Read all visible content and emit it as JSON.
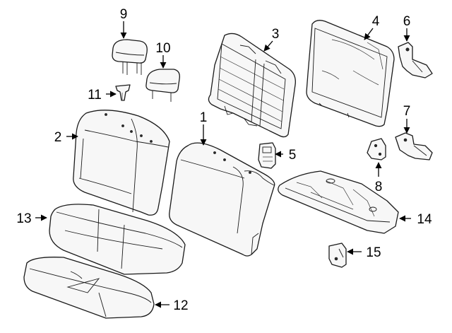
{
  "callouts": [
    {
      "id": "c1",
      "label": "1"
    },
    {
      "id": "c2",
      "label": "2"
    },
    {
      "id": "c3",
      "label": "3"
    },
    {
      "id": "c4",
      "label": "4"
    },
    {
      "id": "c5",
      "label": "5"
    },
    {
      "id": "c6",
      "label": "6"
    },
    {
      "id": "c7",
      "label": "7"
    },
    {
      "id": "c8",
      "label": "8"
    },
    {
      "id": "c9",
      "label": "9"
    },
    {
      "id": "c10",
      "label": "10"
    },
    {
      "id": "c11",
      "label": "11"
    },
    {
      "id": "c12",
      "label": "12"
    },
    {
      "id": "c13",
      "label": "13"
    },
    {
      "id": "c14",
      "label": "14"
    },
    {
      "id": "c15",
      "label": "15"
    }
  ]
}
